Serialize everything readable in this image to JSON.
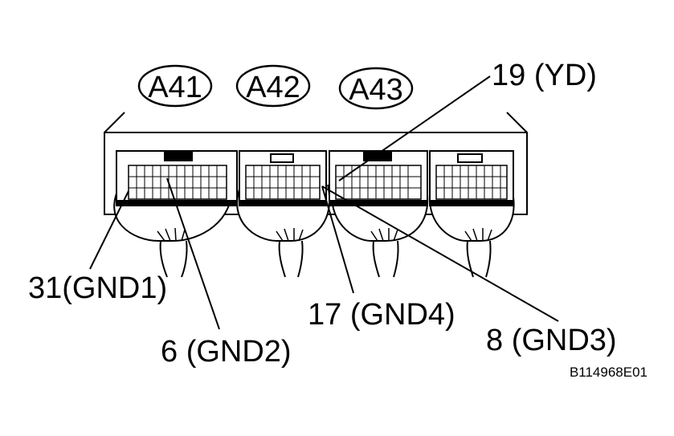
{
  "connectors": [
    {
      "id": "a41",
      "label": "A41"
    },
    {
      "id": "a42",
      "label": "A42"
    },
    {
      "id": "a43",
      "label": "A43"
    }
  ],
  "callouts": {
    "yd": "19 (YD)",
    "gnd1": "31(GND1)",
    "gnd2": "6 (GND2)",
    "gnd4": "17 (GND4)",
    "gnd3": "8 (GND3)"
  },
  "figure_code": "B114968E01"
}
